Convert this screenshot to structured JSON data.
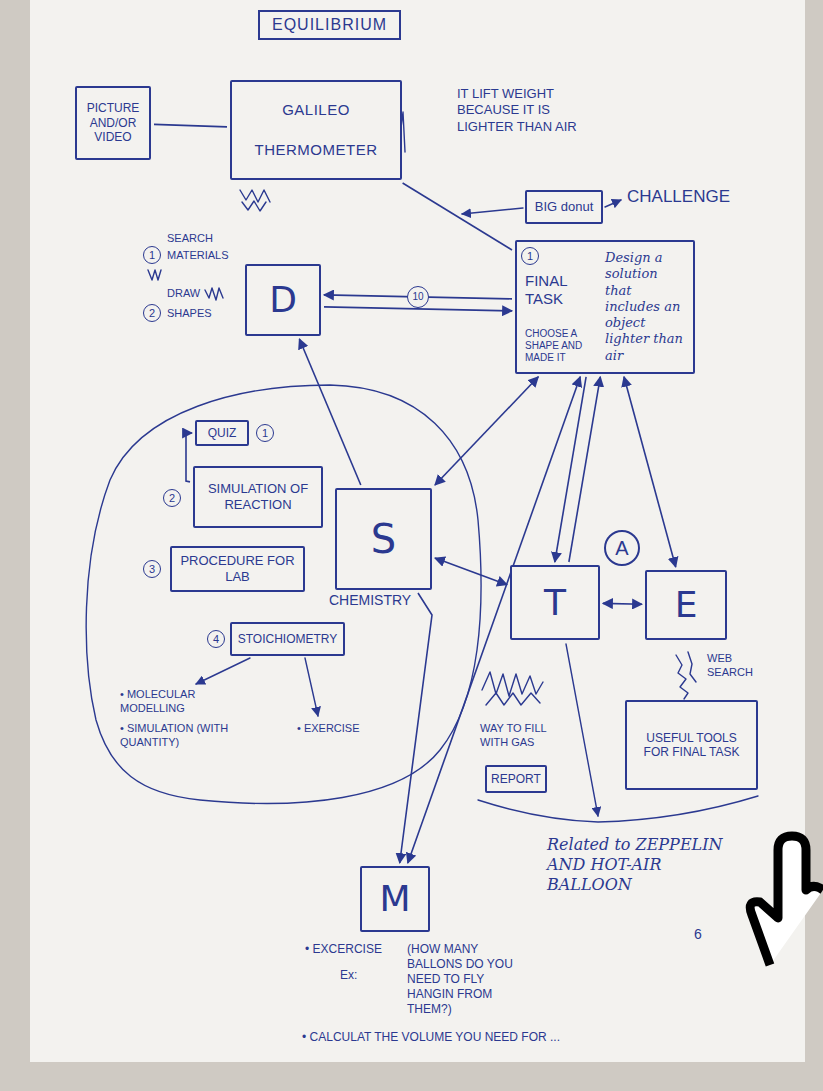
{
  "diagram": {
    "title": "EQUILIBRIUM",
    "nodes": [
      {
        "text": [
          "PICTURE AND/OR VIDEO"
        ]
      },
      {
        "text": [
          "GALILEO THERMOMETER"
        ]
      },
      {
        "text": [
          "BIG donut"
        ]
      },
      {
        "text": [
          "FINAL TASK",
          "Design a solution that includes an object lighter than air",
          "CHOOSE A SHAPE AND MADE IT"
        ]
      },
      {
        "text": [
          "D"
        ]
      },
      {
        "text": [
          "QUIZ"
        ]
      },
      {
        "text": [
          "SIMULATION OF REACTION"
        ]
      },
      {
        "text": [
          "S",
          "CHEMISTRY"
        ]
      },
      {
        "text": [
          "A"
        ]
      },
      {
        "text": [
          "PROCEDURE FOR LAB"
        ]
      },
      {
        "text": [
          "T"
        ]
      },
      {
        "text": [
          "E"
        ]
      },
      {
        "text": [
          "STOICHIOMETRY"
        ]
      },
      {
        "text": [
          "REPORT"
        ]
      },
      {
        "text": [
          "USEFUL TOOLS FOR FINAL TASK"
        ]
      },
      {
        "text": [
          "M"
        ]
      }
    ],
    "edges": [
      {
        "from": 0,
        "to": 1,
        "arrow": "none"
      },
      {
        "from": 1,
        "to": 3,
        "arrow": "none"
      },
      {
        "from": 4,
        "to": 3,
        "arrow": "to"
      },
      {
        "from": 3,
        "to": 4,
        "label": "10",
        "arrow": "to"
      },
      {
        "from": 7,
        "to": 4,
        "arrow": "to"
      },
      {
        "from": 7,
        "to": 3,
        "arrow": "both"
      },
      {
        "from": 7,
        "to": 10,
        "arrow": "both"
      },
      {
        "from": 10,
        "to": 11,
        "arrow": "both"
      },
      {
        "from": 3,
        "to": 10,
        "arrow": "to"
      },
      {
        "from": 10,
        "to": 3,
        "arrow": "to"
      },
      {
        "from": 11,
        "to": 3,
        "arrow": "both"
      },
      {
        "from": 15,
        "to": 3,
        "arrow": "both"
      },
      {
        "from": 7,
        "to": 15,
        "arrow": "to"
      },
      {
        "from": 6,
        "to": 5,
        "arrow": "to"
      }
    ],
    "labels": [
      "IT LIFT WEIGHT BECAUSE IT IS LIGHTER THAN AIR",
      "CHALLENGE",
      "1",
      "SEARCH",
      "1",
      "MATERIALS",
      "DRAW",
      "2",
      "SHAPES",
      "1",
      "2",
      "3",
      "4",
      "• MOLECULAR MODELLING",
      "• SIMULATION (WITH QUANTITY)",
      "• EXERCISE",
      "WAY TO FILL WITH GAS",
      "WEB SEARCH",
      "Related to ZEPPELIN AND HOT-AIR BALLOON",
      "• EXCERCISE",
      "(HOW MANY BALLONS DO YOU NEED TO FLY HANGIN FROM THEM?)",
      "Ex:",
      "• CALCULAT THE VOLUME YOU NEED FOR ...",
      "6"
    ]
  }
}
